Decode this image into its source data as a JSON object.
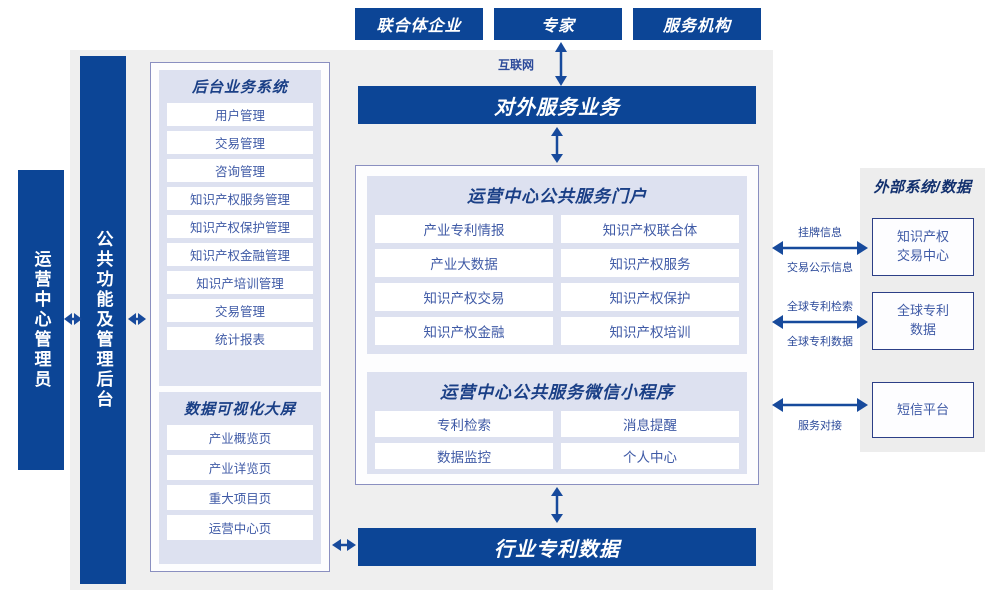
{
  "top_actors": [
    {
      "label": "联合体企业"
    },
    {
      "label": "专家"
    },
    {
      "label": "服务机构"
    }
  ],
  "internet_label": "互联网",
  "external_service_bar": {
    "label": "对外服务业务"
  },
  "bottom_bar": {
    "label": "行业专利数据"
  },
  "left_bars": [
    {
      "label": "运营中心管理员"
    },
    {
      "label": "公共功能及管理后台"
    }
  ],
  "backend_group": {
    "title": "后台业务系统",
    "items": [
      {
        "label": "用户管理"
      },
      {
        "label": "交易管理"
      },
      {
        "label": "咨询管理"
      },
      {
        "label": "知识产权服务管理"
      },
      {
        "label": "知识产权保护管理"
      },
      {
        "label": "知识产权金融管理"
      },
      {
        "label": "知识产培训管理"
      },
      {
        "label": "交易管理"
      },
      {
        "label": "统计报表"
      }
    ]
  },
  "dashboard_group": {
    "title": "数据可视化大屏",
    "items": [
      {
        "label": "产业概览页"
      },
      {
        "label": "产业详览页"
      },
      {
        "label": "重大项目页"
      },
      {
        "label": "运营中心页"
      }
    ]
  },
  "portal_group": {
    "title": "运营中心公共服务门户",
    "items": [
      {
        "label": "产业专利情报"
      },
      {
        "label": "知识产权联合体"
      },
      {
        "label": "产业大数据"
      },
      {
        "label": "知识产权服务"
      },
      {
        "label": "知识产权交易"
      },
      {
        "label": "知识产权保护"
      },
      {
        "label": "知识产权金融"
      },
      {
        "label": "知识产权培训"
      }
    ]
  },
  "miniprogram_group": {
    "title": "运营中心公共服务微信小程序",
    "items": [
      {
        "label": "专利检索"
      },
      {
        "label": "消息提醒"
      },
      {
        "label": "数据监控"
      },
      {
        "label": "个人中心"
      }
    ]
  },
  "external_panel": {
    "title": "外部系统/数据",
    "boxes": [
      {
        "label": "知识产权\n交易中心"
      },
      {
        "label": "全球专利\n数据"
      },
      {
        "label": "短信平台"
      }
    ],
    "connections": [
      {
        "label_top": "挂牌信息",
        "label_bottom": "交易公示信息"
      },
      {
        "label_top": "全球专利检索",
        "label_bottom": "全球专利数据"
      },
      {
        "label_top": "",
        "label_bottom": "服务对接"
      }
    ]
  },
  "colors": {
    "primary_blue": "#0c4596",
    "panel_lavender": "#dde1f0",
    "frame_border": "#8a8fc0",
    "outer_grey": "#efefef",
    "item_text": "#3f5aa6",
    "arrow_blue": "#174a9c"
  }
}
